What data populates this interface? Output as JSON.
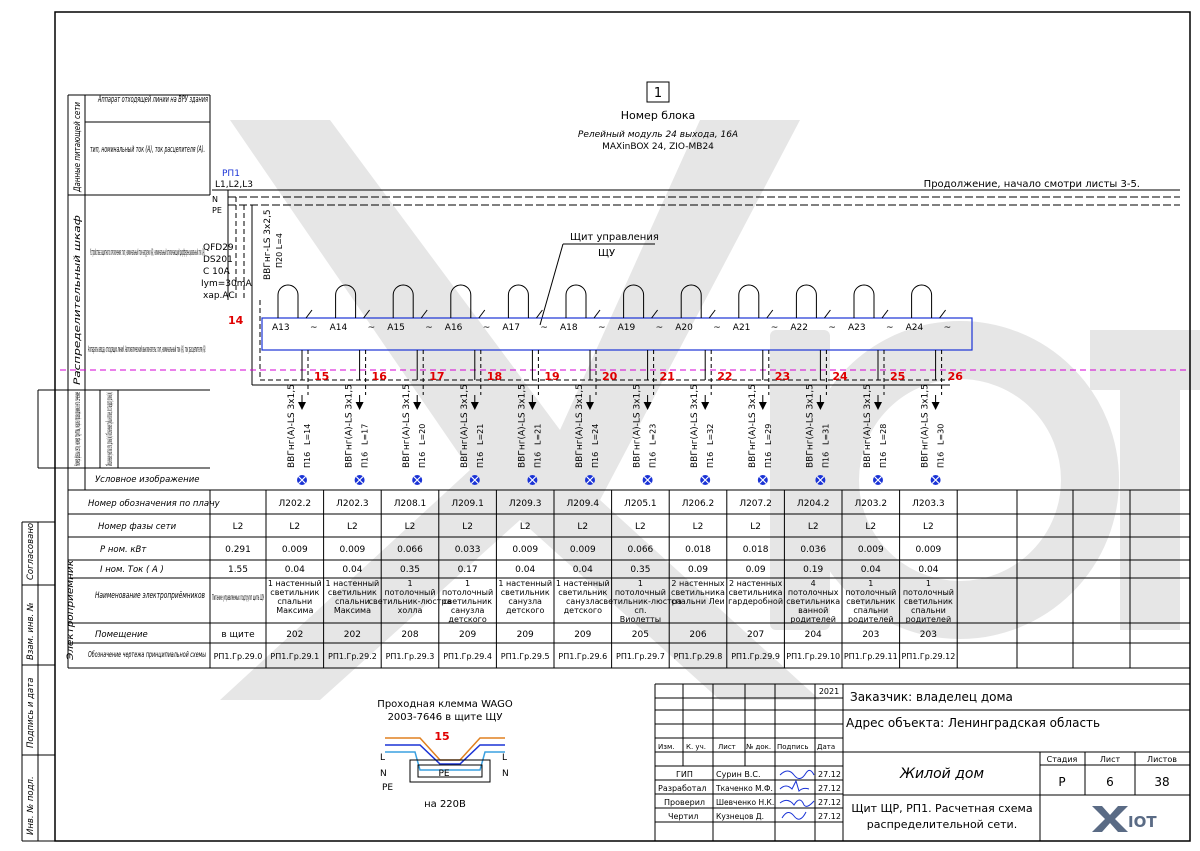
{
  "watermark": {
    "logo_text": "XIOT"
  },
  "block": {
    "number": "1",
    "label": "Номер блока",
    "module_line1": "Релейный модуль 24 выхода, 16А",
    "module_line2": "MAXinBOX 24, ZIO-MB24"
  },
  "continuation_note": "Продолжение, начало смотри листы 3-5.",
  "panel": {
    "name": "РП1",
    "phases": "L1,L2,L3",
    "n": "N",
    "pe": "PE",
    "input_cable": "ВВГнг-LS 3x2,5",
    "input_length": "П20 L=4",
    "breaker_lines": [
      "QFD29",
      "DS201",
      "C 10A",
      "Iym=30mA",
      "хар.AC"
    ],
    "ref_number": "14",
    "control_panel_label_1": "Щит управления",
    "control_panel_label_2": "ЩУ"
  },
  "left_labels": {
    "apparatus_vru": "Аппарат отходящей линии на ВРУ здания",
    "type_current": "тип, номинальный ток (А), ток расцепителя (А).",
    "supply_data": "Данные питающей сети",
    "rcd_block": "Устройства защитного отключения: тип, номинальный ток нагрузки (А), номинальный отключающий дифференциальный ток (А).",
    "dist_cabinet": "Распределительный шкаф",
    "input_block": "Аппараты ввода, отходящих линий. Автоматический выключатель: тип, номинальный ток (А), ток расцепителя (А).",
    "phase_group": "Номер фазы сети, номер группы, марка проводника его сечение",
    "section_designation": "Обозначение участка сети, длина (м). Обозначение трубы на плане, по стандарту длина (м).",
    "symbol": "Условное изображение",
    "receivers": "Электроприемник",
    "agreed": "Согласовано",
    "inv_replace": "Взам. инв. №",
    "sign_date": "Подпись и дата",
    "inv_orig": "Инв. № подл."
  },
  "table_headers": {
    "plan_number": "Номер обозначения по плану",
    "phase": "Номер фазы сети",
    "power": "Р ном. кВт",
    "current": "I ном. Ток ( А )",
    "receiver_name": "Наименование электроприёмников",
    "room": "Помещение",
    "drawing": "Обозначение чертежа принципиальной схемы"
  },
  "first_column": {
    "phase": "L2",
    "power": "0.291",
    "current": "1.55",
    "receiver_name": "Питание управляемых подгрупп щита ЩУ",
    "room": "в щите",
    "drawing": "РП1.Гр.29.0"
  },
  "channels": [
    {
      "a": "А13",
      "group": "15",
      "cable": "ВВГнг(А)-LS 3x1,5",
      "tube": "П16",
      "len": "L=14",
      "plan": "Л202.2",
      "phase": "L2",
      "power": "0.009",
      "current": "0.04",
      "name": "1 настенный светильник спальни Максима",
      "room": "202",
      "drawing": "РП1.Гр.29.1"
    },
    {
      "a": "А14",
      "group": "16",
      "cable": "ВВГнг(А)-LS 3x1,5",
      "tube": "П16",
      "len": "L=17",
      "plan": "Л202.3",
      "phase": "L2",
      "power": "0.009",
      "current": "0.04",
      "name": "1 настенный светильник спальни Максима",
      "room": "202",
      "drawing": "РП1.Гр.29.2"
    },
    {
      "a": "А15",
      "group": "17",
      "cable": "ВВГнг(А)-LS 3x1,5",
      "tube": "П16",
      "len": "L=20",
      "plan": "Л208.1",
      "phase": "L2",
      "power": "0.066",
      "current": "0.35",
      "name": "1 потолочный светильник-люстра холла",
      "room": "208",
      "drawing": "РП1.Гр.29.3"
    },
    {
      "a": "А16",
      "group": "18",
      "cable": "ВВГнг(А)-LS 3x1,5",
      "tube": "П16",
      "len": "L=21",
      "plan": "Л209.1",
      "phase": "L2",
      "power": "0.033",
      "current": "0.17",
      "name": "1 потолочный светильник санузла детского",
      "room": "209",
      "drawing": "РП1.Гр.29.4"
    },
    {
      "a": "А17",
      "group": "19",
      "cable": "ВВГнг(А)-LS 3x1,5",
      "tube": "П16",
      "len": "L=21",
      "plan": "Л209.3",
      "phase": "L2",
      "power": "0.009",
      "current": "0.04",
      "name": "1 настенный светильник санузла детского",
      "room": "209",
      "drawing": "РП1.Гр.29.5"
    },
    {
      "a": "А18",
      "group": "20",
      "cable": "ВВГнг(А)-LS 3x1,5",
      "tube": "П16",
      "len": "L=24",
      "plan": "Л209.4",
      "phase": "L2",
      "power": "0.009",
      "current": "0.04",
      "name": "1 настенный светильник санузла детского",
      "room": "209",
      "drawing": "РП1.Гр.29.6"
    },
    {
      "a": "А19",
      "group": "21",
      "cable": "ВВГнг(А)-LS 3x1,5",
      "tube": "П16",
      "len": "L=23",
      "plan": "Л205.1",
      "phase": "L2",
      "power": "0.066",
      "current": "0.35",
      "name": "1 потолочный светильник-люстра сп. Виолетты",
      "room": "205",
      "drawing": "РП1.Гр.29.7"
    },
    {
      "a": "А20",
      "group": "22",
      "cable": "ВВГнг(А)-LS 3x1,5",
      "tube": "П16",
      "len": "L=32",
      "plan": "Л206.2",
      "phase": "L2",
      "power": "0.018",
      "current": "0.09",
      "name": "2 настенных светильника спальни Леи",
      "room": "206",
      "drawing": "РП1.Гр.29.8"
    },
    {
      "a": "А21",
      "group": "23",
      "cable": "ВВГнг(А)-LS 3x1,5",
      "tube": "П16",
      "len": "L=29",
      "plan": "Л207.2",
      "phase": "L2",
      "power": "0.018",
      "current": "0.09",
      "name": "2 настенных светильника гардеробной",
      "room": "207",
      "drawing": "РП1.Гр.29.9"
    },
    {
      "a": "А22",
      "group": "24",
      "cable": "ВВГнг(А)-LS 3x1,5",
      "tube": "П16",
      "len": "L=31",
      "plan": "Л204.2",
      "phase": "L2",
      "power": "0.036",
      "current": "0.19",
      "name": "4 потолочных светильника ванной родителей",
      "room": "204",
      "drawing": "РП1.Гр.29.10"
    },
    {
      "a": "А23",
      "group": "25",
      "cable": "ВВГнг(А)-LS 3x1,5",
      "tube": "П16",
      "len": "L=28",
      "plan": "Л203.2",
      "phase": "L2",
      "power": "0.009",
      "current": "0.04",
      "name": "1 потолочный светильник спальни родителей",
      "room": "203",
      "drawing": "РП1.Гр.29.11"
    },
    {
      "a": "А24",
      "group": "26",
      "cable": "ВВГнг(А)-LS 3x1,5",
      "tube": "П16",
      "len": "L=30",
      "plan": "Л203.3",
      "phase": "L2",
      "power": "0.009",
      "current": "0.04",
      "name": "1 потолочный светильник спальни родителей",
      "room": "203",
      "drawing": "РП1.Гр.29.12"
    }
  ],
  "wago": {
    "title1": "Проходная клемма WAGO",
    "title2": "2003-7646 в щите ЩУ",
    "number": "15",
    "l": "L",
    "n": "N",
    "pe": "PE",
    "voltage": "на 220В"
  },
  "stamp": {
    "year": "2021",
    "customer": "Заказчик: владелец дома",
    "address": "Адрес объекта: Ленинградская область",
    "cols": [
      "Изм.",
      "К. уч.",
      "Лист",
      "№ док.",
      "Подпись",
      "Дата"
    ],
    "people": [
      {
        "role": "ГИП",
        "name": "Сурин В.С.",
        "date": "27.12"
      },
      {
        "role": "Разработал",
        "name": "Ткаченко М.Ф.",
        "date": "27.12"
      },
      {
        "role": "Проверил",
        "name": "Шевченко Н.К.",
        "date": "27.12"
      },
      {
        "role": "Чертил",
        "name": "Кузнецов Д.",
        "date": "27.12"
      }
    ],
    "object": "Жилой дом",
    "stage_label": "Стадия",
    "sheet_label": "Лист",
    "sheets_label": "Листов",
    "stage": "Р",
    "sheet": "6",
    "sheets": "38",
    "title1": "Щит ЩР, РП1. Расчетная схема",
    "title2": "распределительной сети.",
    "logo": "IOT"
  },
  "colors": {
    "line": "#000000",
    "accent_red": "#e00000",
    "accent_blue": "#1a33d6",
    "dash_magenta": "#d400d4",
    "watermark": "#e4e4e4"
  }
}
